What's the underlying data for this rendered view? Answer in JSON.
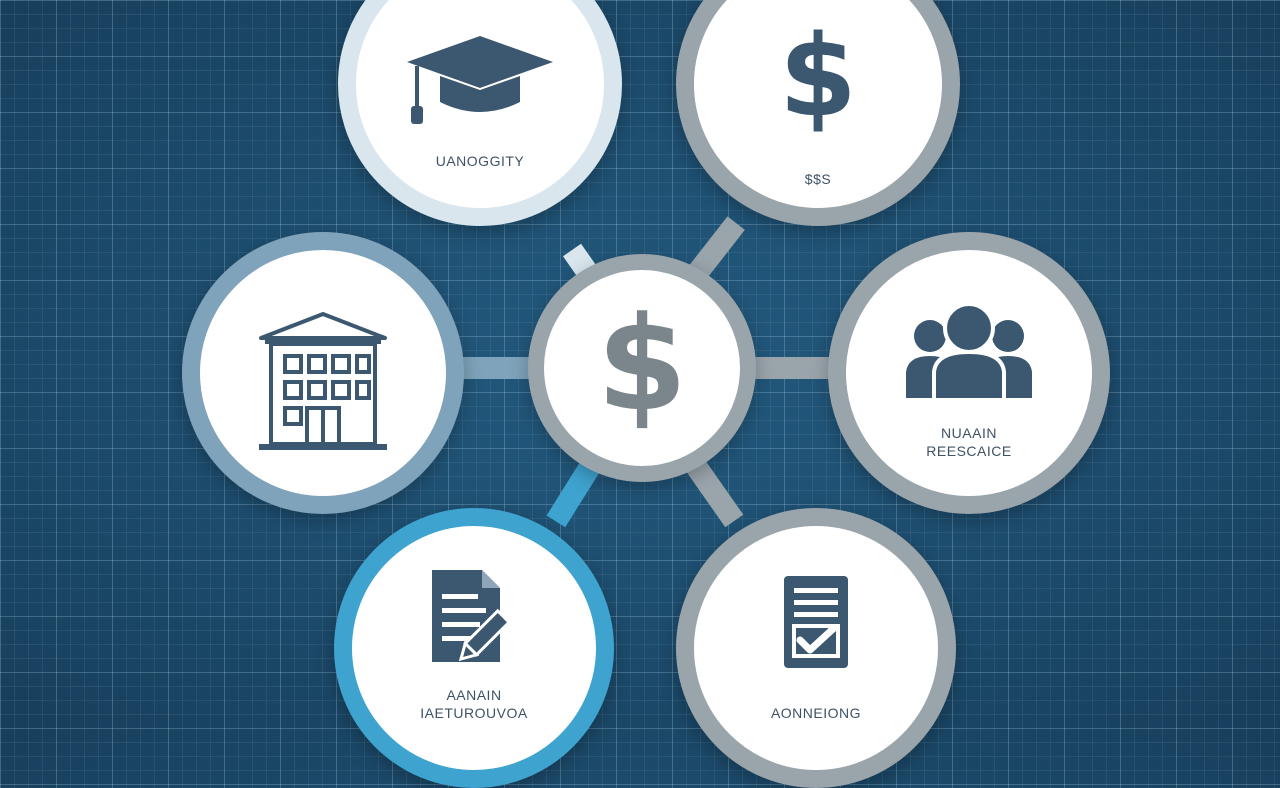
{
  "colors": {
    "background": "#1c4a6a",
    "ring_light": "#d9e6ee",
    "ring_gray": "#9aa4ab",
    "ring_steel": "#7fa3ba",
    "ring_blue": "#3fa3cf",
    "icon_navy": "#3b5870",
    "icon_gray": "#7b858c"
  },
  "center": {
    "icon": "dollar-icon",
    "glyph": "$"
  },
  "nodes": [
    {
      "id": "university",
      "icon": "graduation-cap-icon",
      "label": "UANOGGITY"
    },
    {
      "id": "costs",
      "icon": "dollar-icon",
      "glyph": "$",
      "label": "$$S"
    },
    {
      "id": "institution",
      "icon": "building-icon",
      "label": ""
    },
    {
      "id": "human-resource",
      "icon": "people-group-icon",
      "label_line1": "NUAAIN",
      "label_line2": "REESCAICE"
    },
    {
      "id": "application",
      "icon": "document-pen-icon",
      "label_line1": "AANAIN",
      "label_line2": "IAETUROUVOA"
    },
    {
      "id": "approval",
      "icon": "checklist-icon",
      "label": "AONNEIONG"
    }
  ]
}
